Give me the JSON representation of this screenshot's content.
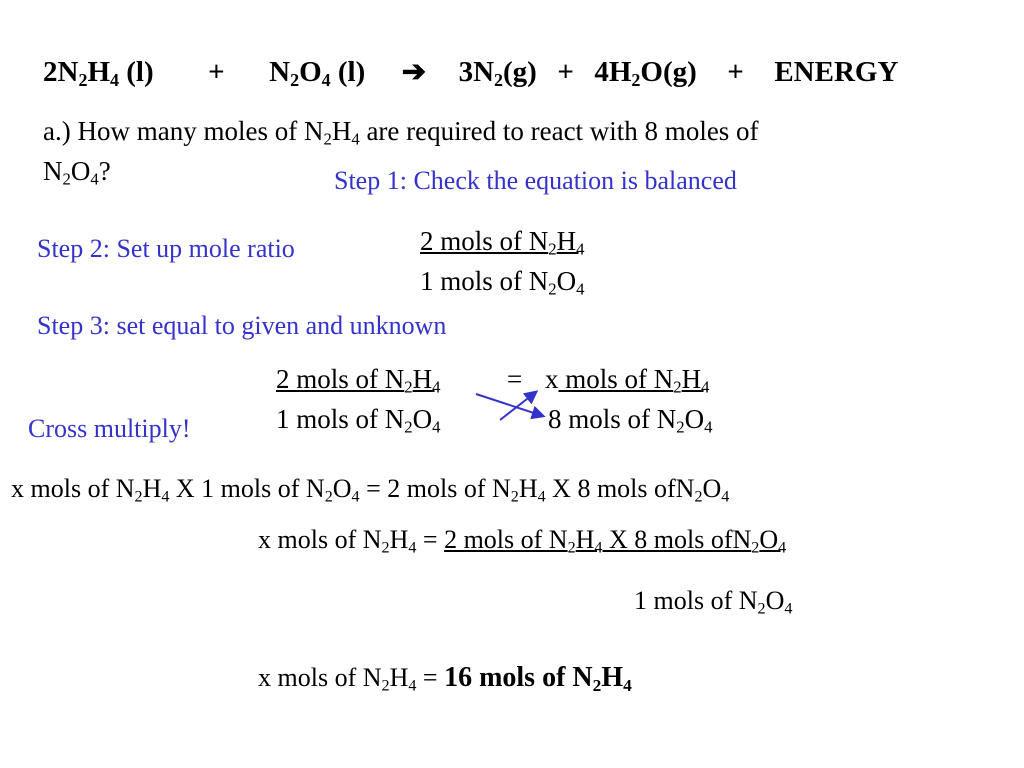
{
  "equation": {
    "r1_coef": "2N",
    "r1_s1": "2",
    "r1_h": "H",
    "r1_s2": "4",
    "r1_state": " (l)",
    "plus1": "+",
    "r2": "N",
    "r2_s1": "2",
    "r2_o": "O",
    "r2_s2": "4",
    "r2_state": " (l)",
    "arrow": "➔",
    "p1": "3N",
    "p1_s": "2",
    "p1_state": "(g)",
    "plus2": "+",
    "p2": "4H",
    "p2_s": "2",
    "p2_rest": "O(g)",
    "plus3": "+",
    "energy": "ENERGY"
  },
  "question": {
    "part_a": "a.) How many moles of N",
    "s1": "2",
    "h": "H",
    "s2": "4",
    "rest1": " are required to react with 8 moles of",
    "line2_n": "N",
    "line2_s1": "2",
    "line2_o": "O",
    "line2_s2": "4",
    "line2_q": "?"
  },
  "steps": {
    "step1": "Step 1:  Check the equation is balanced",
    "step2": "Step 2:  Set up mole ratio",
    "step3": "Step 3:  set equal to given and unknown",
    "cross": "Cross multiply!"
  },
  "ratio": {
    "num": "2 mols of N",
    "num_s1": "2",
    "num_h": "H",
    "num_s2": "4",
    "den": "1 mols of N",
    "den_s1": "2",
    "den_o": "O",
    "den_s2": "4"
  },
  "proportion": {
    "left_num": "2 mols of N",
    "ln_s1": "2",
    "ln_h": "H",
    "ln_s2": "4",
    "eq": "=",
    "x": "x",
    "right_num": " mols of N",
    "rn_s1": "2",
    "rn_h": "H",
    "rn_s2": "4",
    "left_den": "1 mols of N",
    "ld_s1": "2",
    "ld_o": "O",
    "ld_s2": "4",
    "right_den": "8 mols of N",
    "rd_s1": "2",
    "rd_o": "O",
    "rd_s2": "4"
  },
  "line1": {
    "a": "x mols of N",
    "a_s1": "2",
    "a_h": "H",
    "a_s2": "4",
    "b": " X 1 mols of N",
    "b_s1": "2",
    "b_o": "O",
    "b_s2": "4",
    "eq": "=",
    "c": "2 mols of N",
    "c_s1": "2",
    "c_h": "H",
    "c_s2": "4",
    "d": "  X  8 mols ofN",
    "d_s1": "2",
    "d_o": "O",
    "d_s2": "4"
  },
  "line2": {
    "a": "x mols of N",
    "a_s1": "2",
    "a_h": "H",
    "a_s2": "4",
    "eq": " = ",
    "c": "2 mols of N",
    "c_s1": "2",
    "c_h": "H",
    "c_s2": "4",
    "d": "  X  8 mols ofN",
    "d_s1": "2",
    "d_o": "O",
    "d_s2": "4",
    "den": "1 mols of N",
    "den_s1": "2",
    "den_o": "O",
    "den_s2": "4"
  },
  "answer": {
    "a": "x mols of N",
    "a_s1": "2",
    "a_h": "H",
    "a_s2": "4",
    "eq": " = ",
    "result": "16 mols of N",
    "r_s1": "2",
    "r_h": "H",
    "r_s2": "4"
  },
  "colors": {
    "step_text": "#3333cc",
    "cross_arrow": "#3333cc",
    "text": "#000000"
  }
}
